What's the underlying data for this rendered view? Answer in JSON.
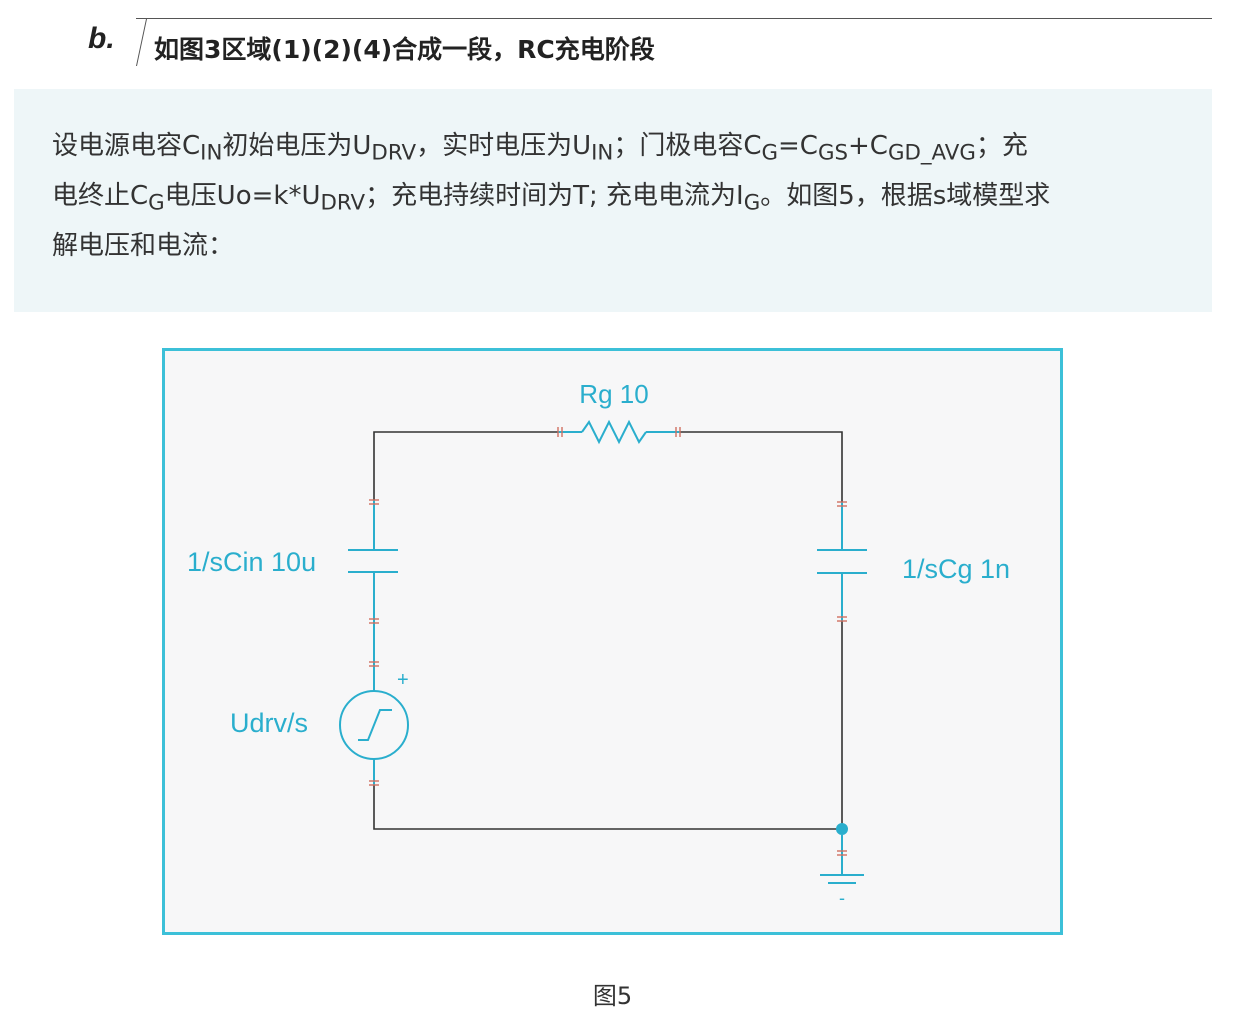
{
  "heading": {
    "letter": "b.",
    "title": "如图3区域(1)(2)(4)合成一段，RC充电阶段"
  },
  "info": {
    "line1": [
      "设电源电容C",
      "IN",
      "初始电压为U",
      "DRV",
      "，实时电压为U",
      "IN",
      "；门极电容C",
      "G",
      "=C",
      "GS",
      "+C",
      "GD_AVG",
      "；充"
    ],
    "line2": [
      "电终止C",
      "G",
      "电压Uo=k*U",
      "DRV",
      "；充电持续时间为T; 充电电流为I",
      "G",
      "。如图5，根据s域模型求"
    ],
    "line3": "解电压和电流："
  },
  "circuit": {
    "resistor_label": "Rg 10",
    "left_cap_label": "1/sCin 10u",
    "right_cap_label": "1/sCg 1n",
    "source_label": "Udrv/s",
    "source_polarity": "+",
    "ground_minus": "-",
    "colors": {
      "frame": "#3cc0d8",
      "component": "#2aaecd",
      "wire": "#333333",
      "pin": "#d07060",
      "background": "#f7f7f8"
    }
  },
  "caption": "图5"
}
